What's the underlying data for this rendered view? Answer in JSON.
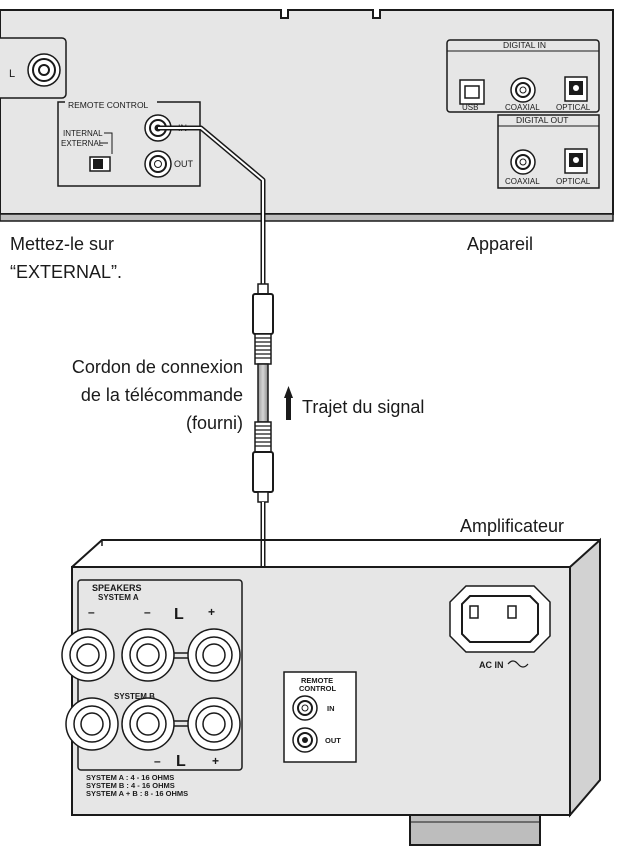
{
  "labels": {
    "set_to": "Mettez-le sur",
    "set_to_value": "“EXTERNAL”.",
    "device": "Appareil",
    "cable_line1": "Cordon de connexion",
    "cable_line2": "de la télécommande",
    "cable_line3": "(fourni)",
    "signal_path": "Trajet du signal",
    "amplifier": "Amplificateur"
  },
  "device_panel": {
    "edge_letter": "L",
    "remote_control_title": "REMOTE CONTROL",
    "switch_internal": "INTERNAL",
    "switch_external": "EXTERNAL",
    "jack_in": "IN",
    "jack_out": "OUT",
    "digital_in_title": "DIGITAL IN",
    "digital_out_title": "DIGITAL OUT",
    "usb": "USB",
    "coaxial": "COAXIAL",
    "optical": "OPTICAL"
  },
  "amp_panel": {
    "speakers_title": "SPEAKERS",
    "system_a": "SYSTEM A",
    "system_b": "SYSTEM B",
    "minus": "–",
    "plus": "+",
    "channel_l": "L",
    "remote_line1": "REMOTE",
    "remote_line2": "CONTROL",
    "jack_in": "IN",
    "jack_out": "OUT",
    "ac_in": "AC IN",
    "impedance_1": "SYSTEM A      : 4 - 16 OHMS",
    "impedance_2": "SYSTEM B      : 4 - 16 OHMS",
    "impedance_3": "SYSTEM A + B : 8 - 16 OHMS"
  }
}
